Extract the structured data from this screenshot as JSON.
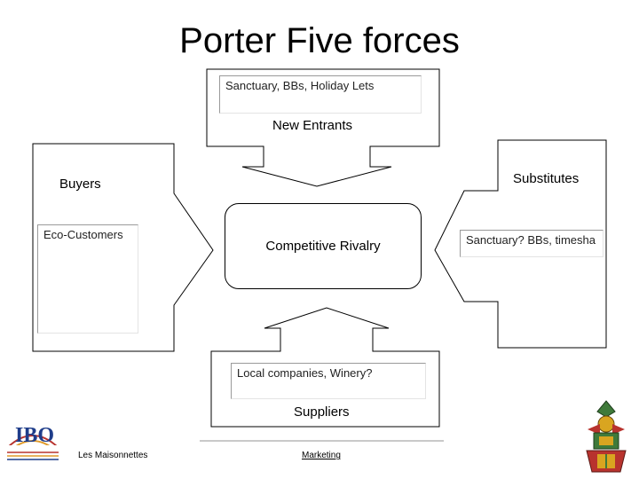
{
  "title": "Porter Five forces",
  "forces": {
    "new_entrants": {
      "label": "New Entrants",
      "field": "Sanctuary, BBs, Holiday Lets"
    },
    "buyers": {
      "label": "Buyers",
      "field": "Eco-Customers"
    },
    "substitutes": {
      "label": "Substitutes",
      "field": "Sanctuary? BBs, timesha"
    },
    "suppliers": {
      "label": "Suppliers",
      "field": "Local companies, Winery?"
    },
    "rivalry": {
      "label": "Competitive Rivalry"
    }
  },
  "footer": {
    "logo_text": "IBO",
    "left_text": "Les Maisonnettes",
    "center_text": "Marketing"
  },
  "colors": {
    "logo_blue": "#1f3d8a",
    "logo_red": "#b8332e",
    "logo_orange": "#e09a2a",
    "emblem_green": "#3f7a3a",
    "emblem_red": "#b8332e",
    "emblem_gold": "#d9a520"
  }
}
